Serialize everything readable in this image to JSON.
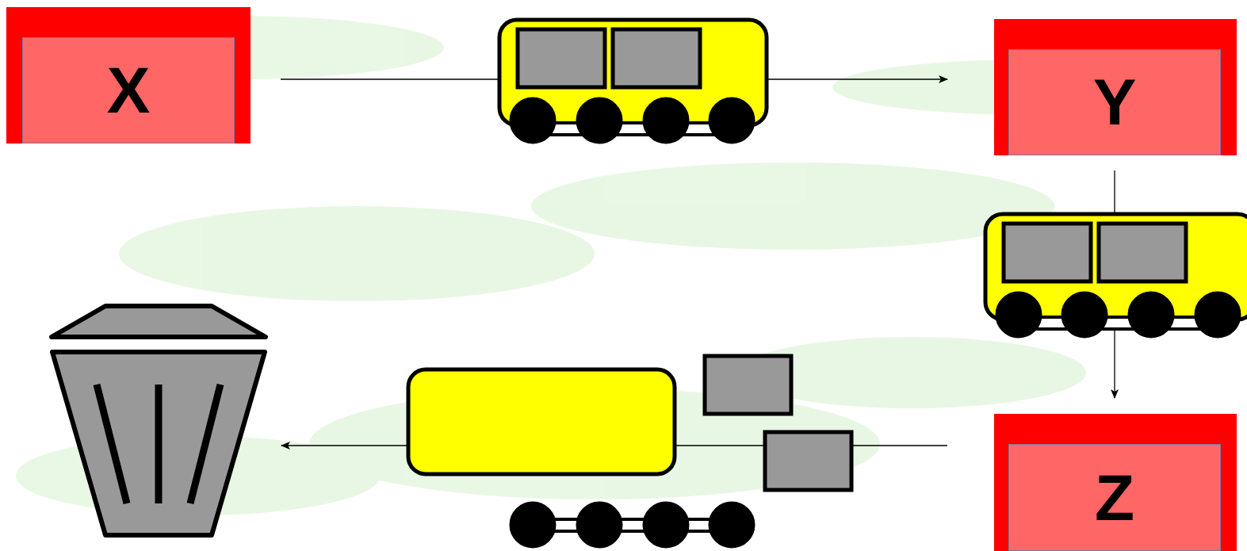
{
  "diagram": {
    "nodes": [
      {
        "text": [
          "X"
        ]
      },
      {
        "text": [
          "Y"
        ]
      },
      {
        "text": [
          "Z"
        ]
      }
    ],
    "edges": [
      {
        "from": 0,
        "to": 1,
        "arrow": "to"
      },
      {
        "from": 1,
        "to": 2,
        "arrow": "to"
      }
    ]
  }
}
